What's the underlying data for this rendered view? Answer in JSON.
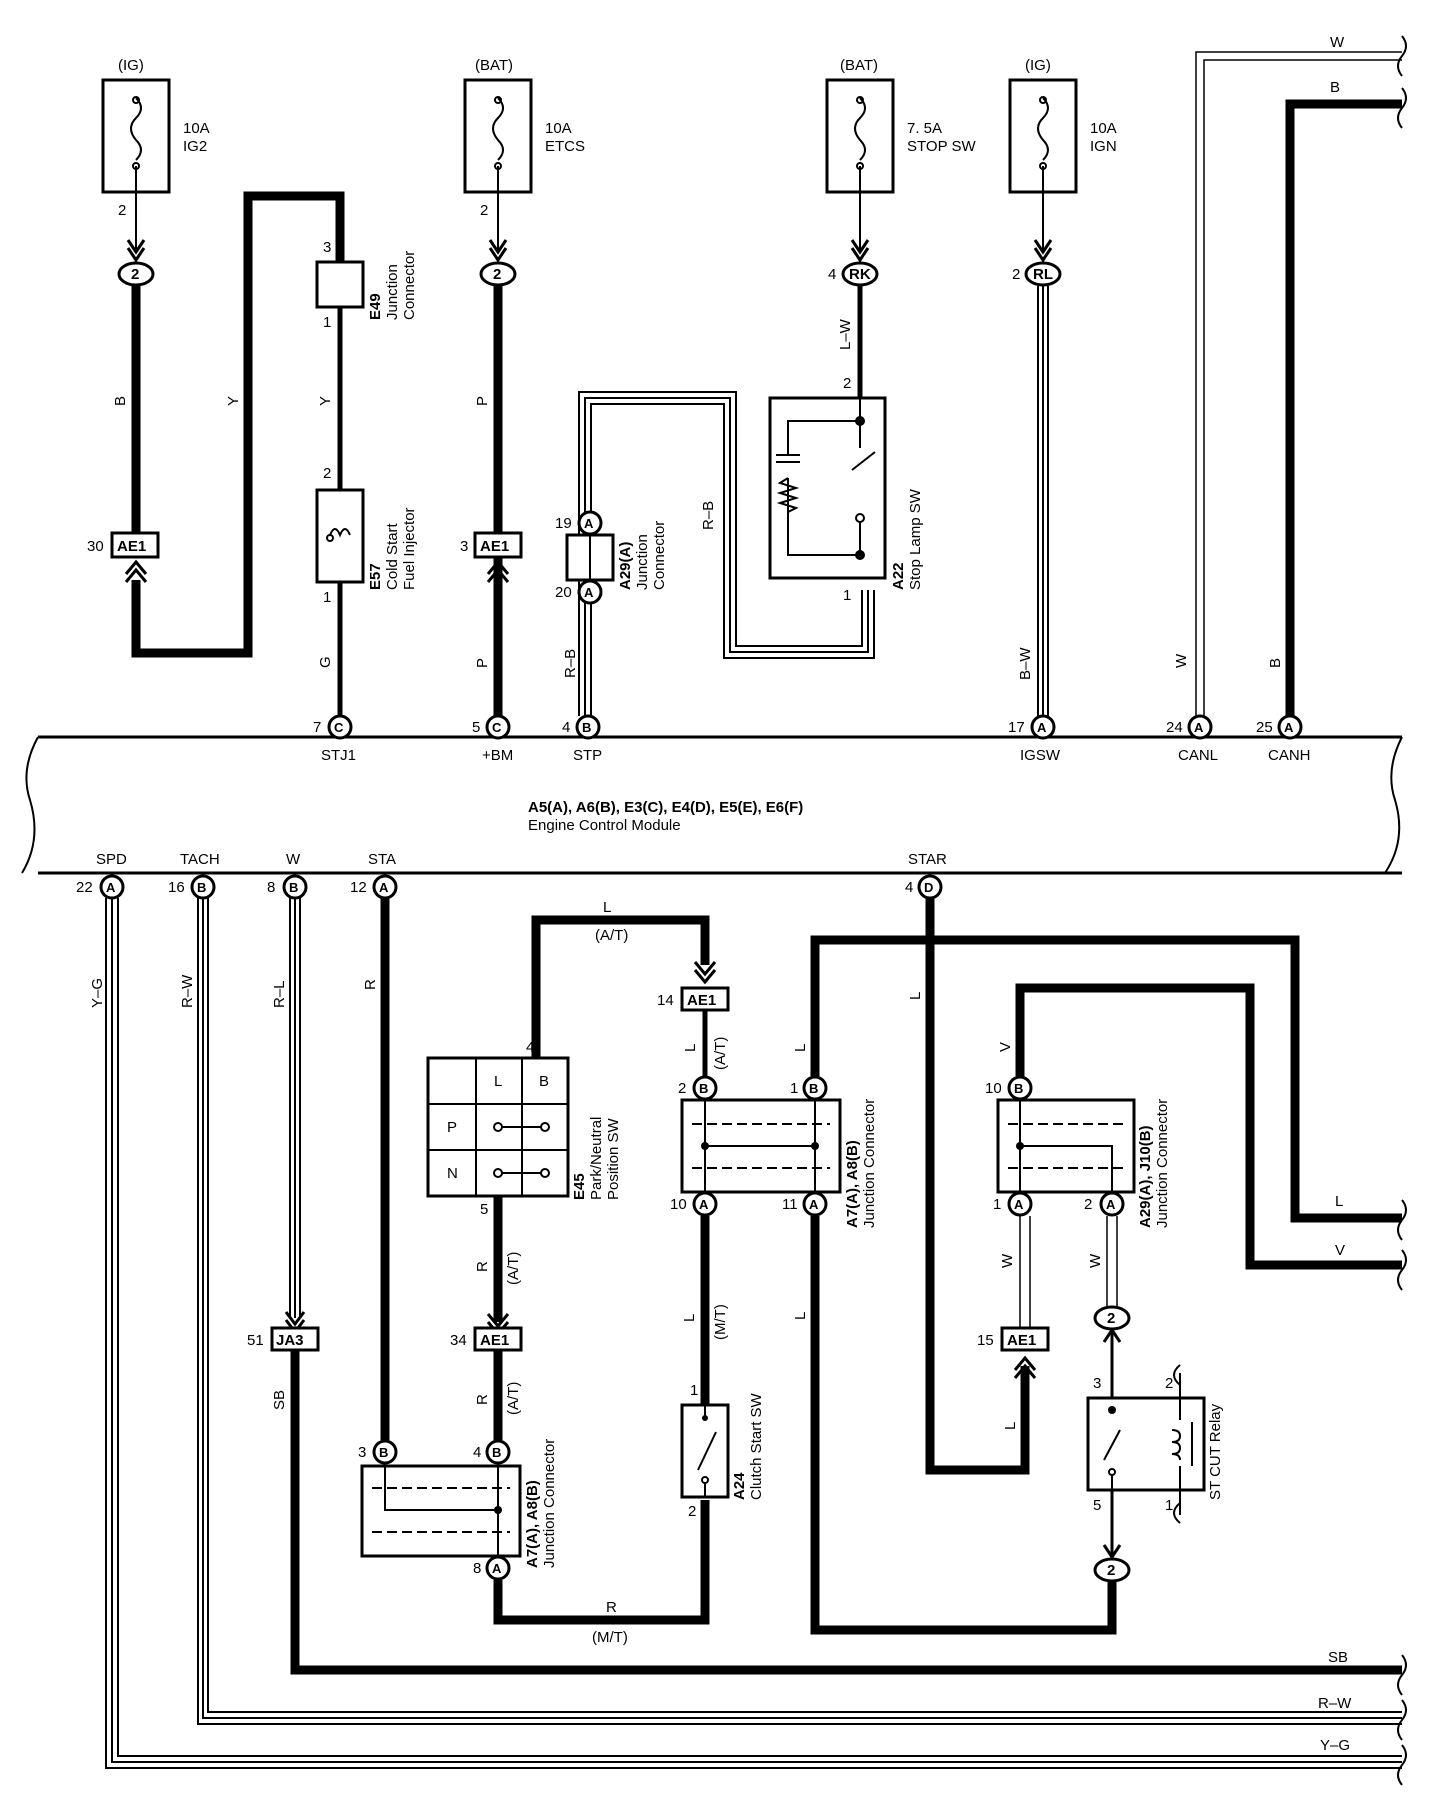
{
  "ecm": {
    "refs": "A5(A), A6(B), E3(C), E4(D), E5(E), E6(F)",
    "name": "Engine Control Module"
  },
  "fuses": [
    {
      "id": "ig2",
      "source": "(IG)",
      "amp": "10A",
      "name": "IG2",
      "pin": "2"
    },
    {
      "id": "etcs",
      "source": "(BAT)",
      "amp": "10A",
      "name": "ETCS",
      "pin": "2"
    },
    {
      "id": "stop",
      "source": "(BAT)",
      "amp": "7. 5A",
      "name": "STOP SW",
      "pin": "4"
    },
    {
      "id": "ign",
      "source": "(IG)",
      "amp": "10A",
      "name": "IGN",
      "pin": "2"
    }
  ],
  "inline_connectors": [
    "2",
    "2",
    "RK",
    "RL",
    "2",
    "2"
  ],
  "top_pins": [
    {
      "num": "7",
      "letter": "C",
      "name": "STJ1"
    },
    {
      "num": "5",
      "letter": "C",
      "name": "+BM"
    },
    {
      "num": "4",
      "letter": "B",
      "name": "STP"
    },
    {
      "num": "17",
      "letter": "A",
      "name": "IGSW"
    },
    {
      "num": "24",
      "letter": "A",
      "name": "CANL"
    },
    {
      "num": "25",
      "letter": "A",
      "name": "CANH"
    }
  ],
  "bottom_pins": [
    {
      "num": "22",
      "letter": "A",
      "name": "SPD"
    },
    {
      "num": "16",
      "letter": "B",
      "name": "TACH"
    },
    {
      "num": "8",
      "letter": "B",
      "name": "W"
    },
    {
      "num": "12",
      "letter": "A",
      "name": "STA"
    },
    {
      "num": "4",
      "letter": "D",
      "name": "STAR"
    }
  ],
  "components": {
    "e49": {
      "code": "E49",
      "desc1": "Junction",
      "desc2": "Connector"
    },
    "e57": {
      "code": "E57",
      "desc1": "Cold Start",
      "desc2": "Fuel Injector"
    },
    "a29": {
      "code": "A29(A)",
      "desc1": "Junction",
      "desc2": "Connector"
    },
    "a22": {
      "code": "A22",
      "desc1": "Stop Lamp SW"
    },
    "e45": {
      "code": "E45",
      "desc1": "Park/Neutral",
      "desc2": "Position SW"
    },
    "a7top": {
      "code": "A7(A), A8(B)",
      "desc1": "Junction Connector"
    },
    "a29j": {
      "code": "A29(A), J10(B)",
      "desc1": "Junction Connector"
    },
    "a24": {
      "code": "A24",
      "desc1": "Clutch Start SW"
    },
    "a7bot": {
      "code": "A7(A), A8(B)",
      "desc1": "Junction Connector"
    },
    "relay": {
      "desc1": "ST CUT Relay"
    }
  },
  "switch_table": {
    "cols": [
      "L",
      "B"
    ],
    "rows": [
      "P",
      "N"
    ]
  },
  "connector_labels": [
    "AE1",
    "AE1",
    "AE1",
    "AE1",
    "AE1",
    "JA3"
  ],
  "wires": {
    "b": "B",
    "y": "Y",
    "g": "G",
    "p": "P",
    "rb": "R–B",
    "lw": "L–W",
    "bw": "B–W",
    "w": "W",
    "l": "L",
    "v": "V",
    "r": "R",
    "yg": "Y–G",
    "rw": "R–W",
    "rl": "R–L",
    "sb": "SB",
    "at": "(A/T)",
    "mt": "(M/T)"
  },
  "pin_numbers": [
    "3",
    "1",
    "2",
    "1",
    "19",
    "20",
    "2",
    "1",
    "30",
    "3",
    "4",
    "5",
    "14",
    "2",
    "1",
    "10",
    "11",
    "10",
    "1",
    "2",
    "34",
    "15",
    "51",
    "1",
    "2",
    "3",
    "2",
    "5",
    "1",
    "3",
    "4",
    "8"
  ]
}
